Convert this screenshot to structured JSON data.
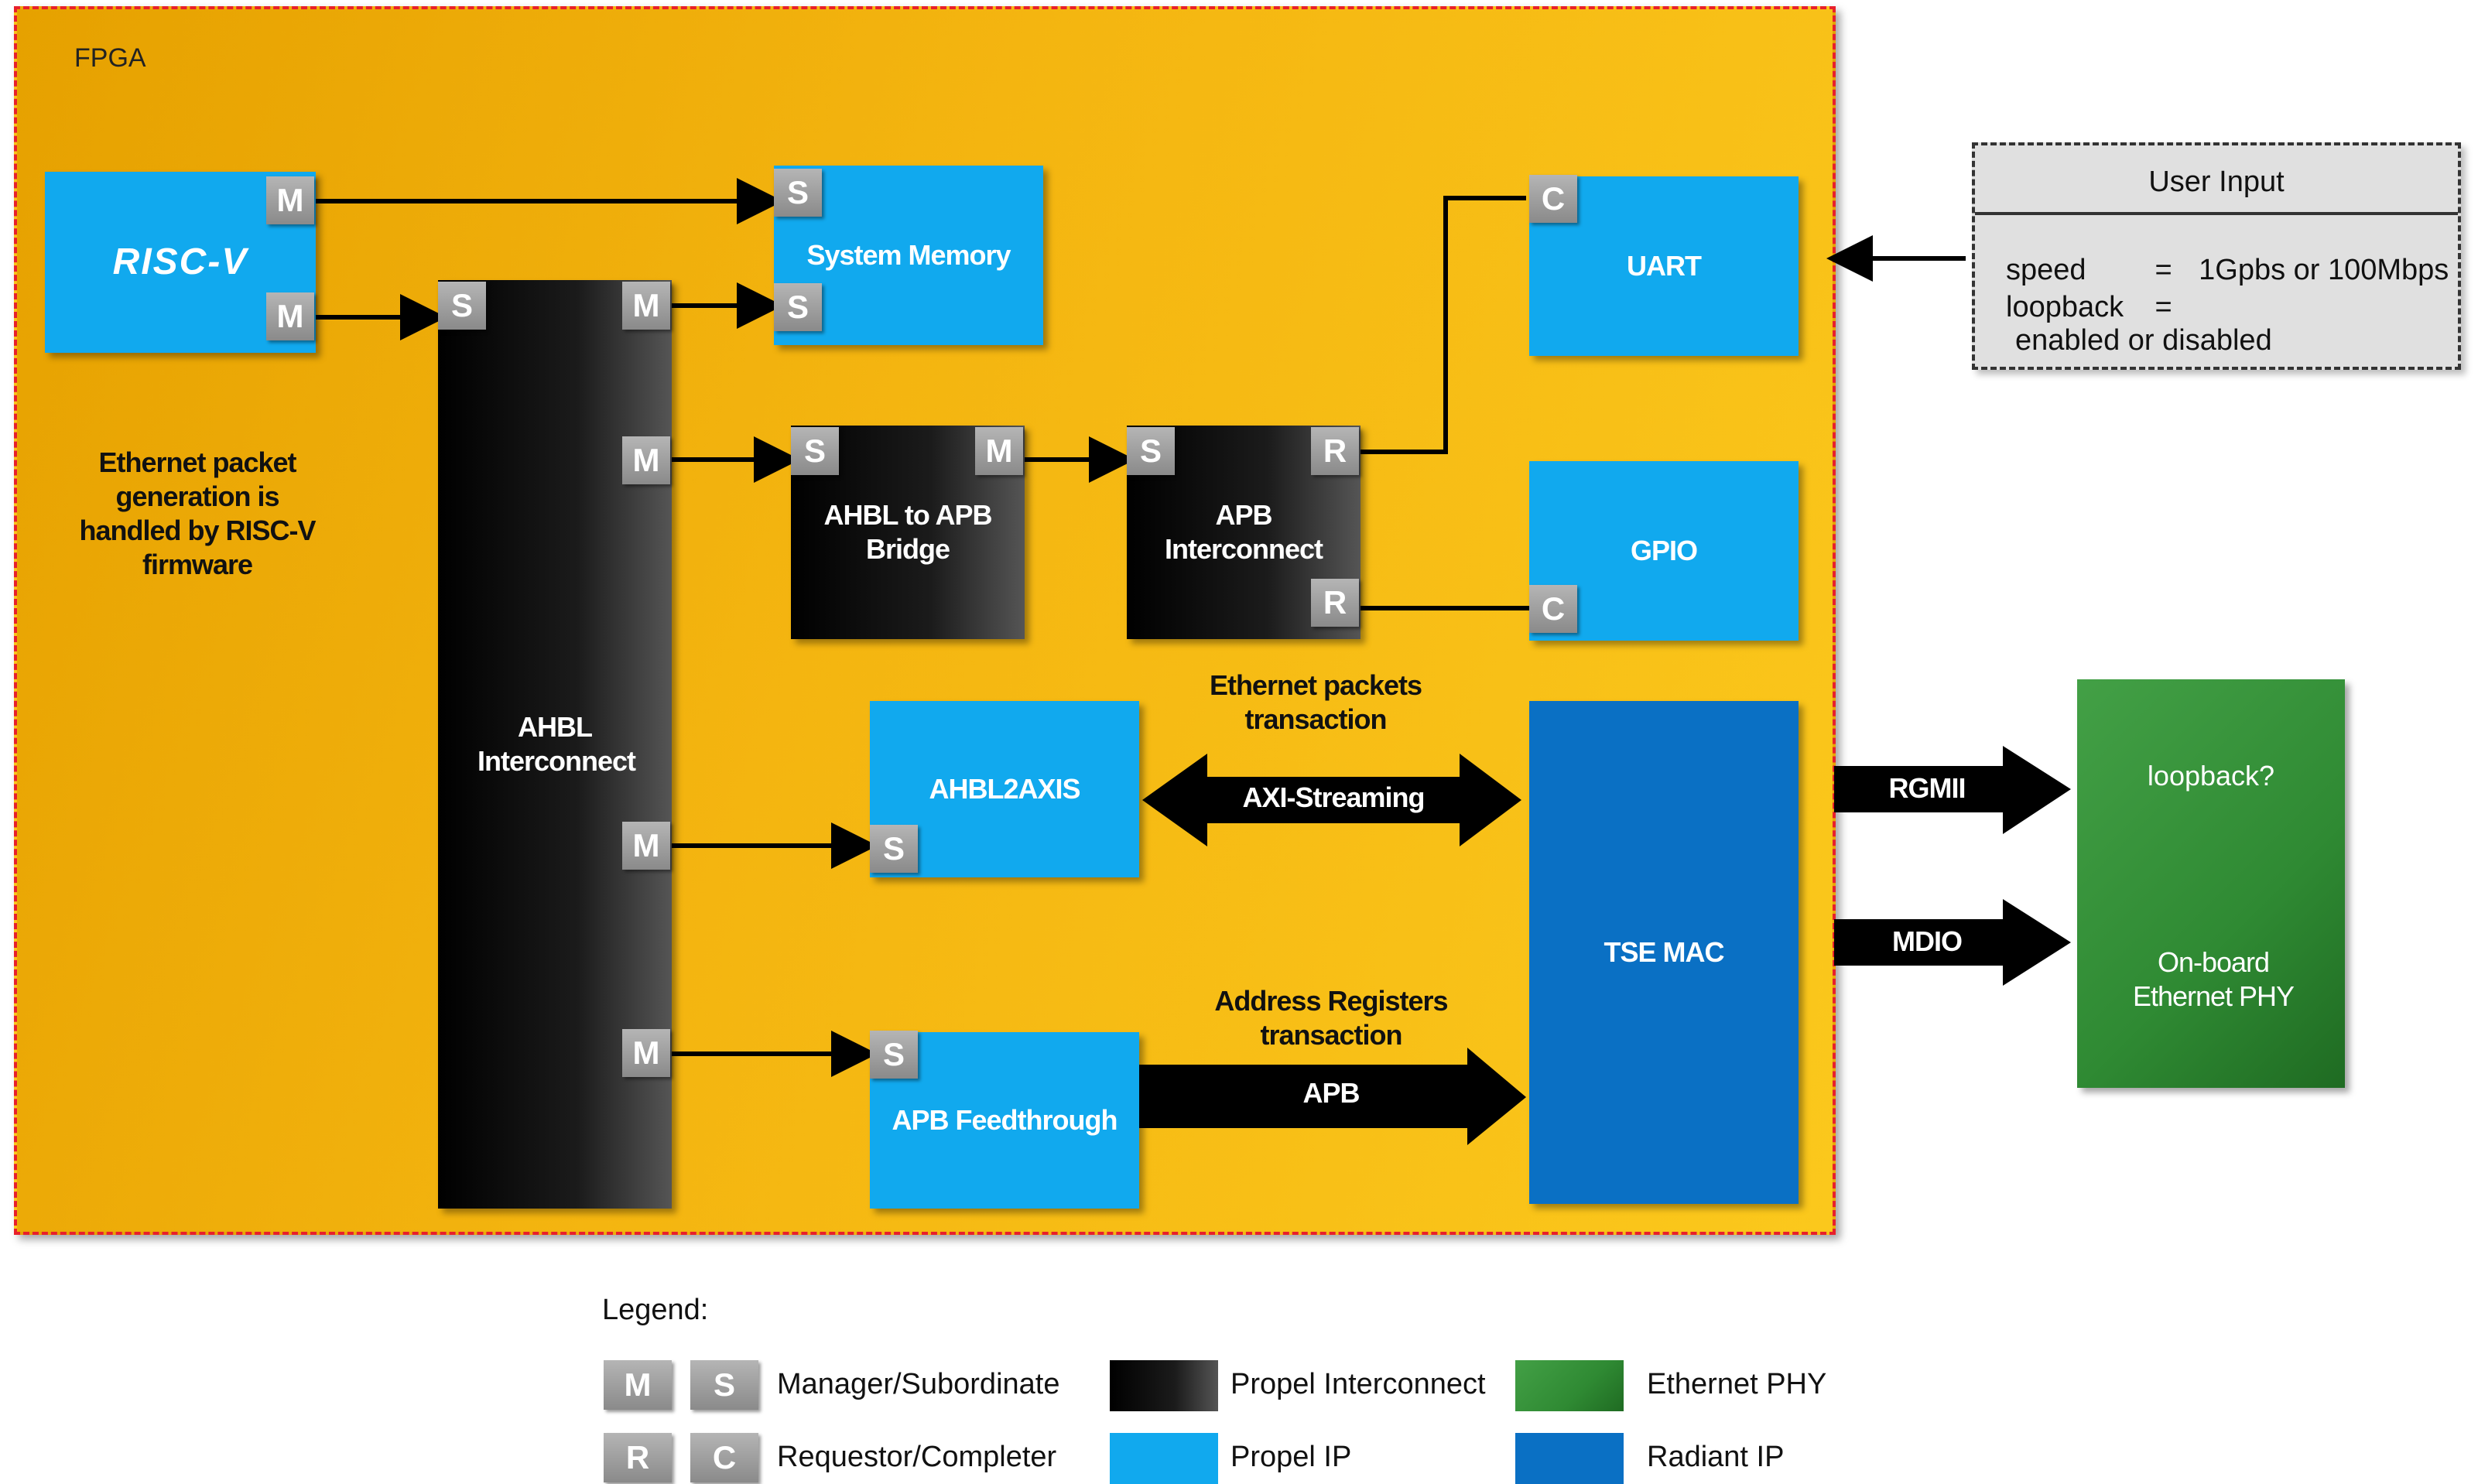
{
  "fpga_label": "FPGA",
  "risc_v_logo": "RISC-V",
  "note_ethernet": "Ethernet packet generation is handled by RISC-V firmware",
  "blocks": {
    "system_memory": "System Memory",
    "ahbl_interconnect": "AHBL Interconnect",
    "ahbl_to_apb": "AHBL to APB Bridge",
    "apb_interconnect": "APB Interconnect",
    "uart": "UART",
    "gpio": "GPIO",
    "ahbl2axis": "AHBL2AXIS",
    "apb_feedthrough": "APB Feedthrough",
    "tse_mac": "TSE MAC",
    "phy_loopback": "loopback?",
    "phy_name": "On-board Ethernet PHY"
  },
  "ports": {
    "m": "M",
    "s": "S",
    "r": "R",
    "c": "C"
  },
  "labels": {
    "eth_packets": "Ethernet packets transaction",
    "axi_streaming": "AXI-Streaming",
    "addr_regs": "Address Registers transaction",
    "apb": "APB",
    "rgmii": "RGMII",
    "mdio": "MDIO"
  },
  "user_input": {
    "title": "User Input",
    "rows": [
      {
        "key": "speed",
        "eq": "=",
        "value": "1Gpbs or 100Mbps"
      },
      {
        "key": "loopback",
        "eq": "=",
        "value": "enabled or disabled"
      }
    ]
  },
  "legend": {
    "title": "Legend:",
    "manager_subordinate": "Manager/Subordinate",
    "requestor_completer": "Requestor/Completer",
    "propel_interconnect": "Propel Interconnect",
    "propel_ip": "Propel IP",
    "ethernet_phy": "Ethernet PHY",
    "radiant_ip": "Radiant IP"
  },
  "colors": {
    "propel_ip": "#11a9ee",
    "radiant_ip": "#0a70c4",
    "ethernet_phy": "#2f8a33",
    "fpga_border": "#e8202a"
  }
}
